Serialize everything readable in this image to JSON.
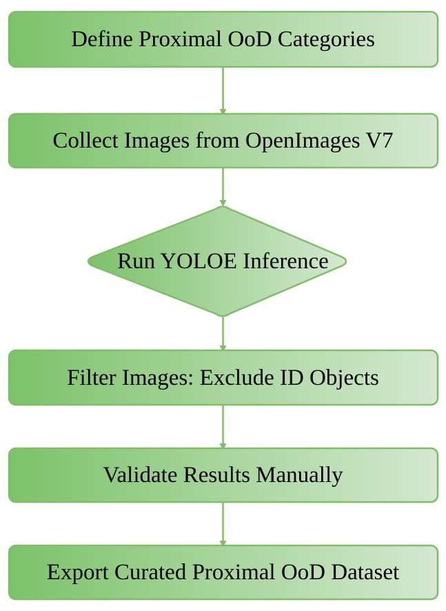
{
  "colors": {
    "fill_start": "#7cc26a",
    "fill_end": "#d4e8d0",
    "stroke": "#82bb6a",
    "arrow": "#82bb6a",
    "text": "#000000"
  },
  "steps": [
    {
      "label": "Define Proximal OoD Categories",
      "shape": "rounded-rect"
    },
    {
      "label": "Collect Images from OpenImages V7",
      "shape": "rounded-rect"
    },
    {
      "label": "Run YOLOE Inference",
      "shape": "diamond"
    },
    {
      "label": "Filter Images: Exclude ID Objects",
      "shape": "rounded-rect"
    },
    {
      "label": "Validate Results Manually",
      "shape": "rounded-rect"
    },
    {
      "label": "Export Curated Proximal OoD Dataset",
      "shape": "rounded-rect"
    }
  ]
}
